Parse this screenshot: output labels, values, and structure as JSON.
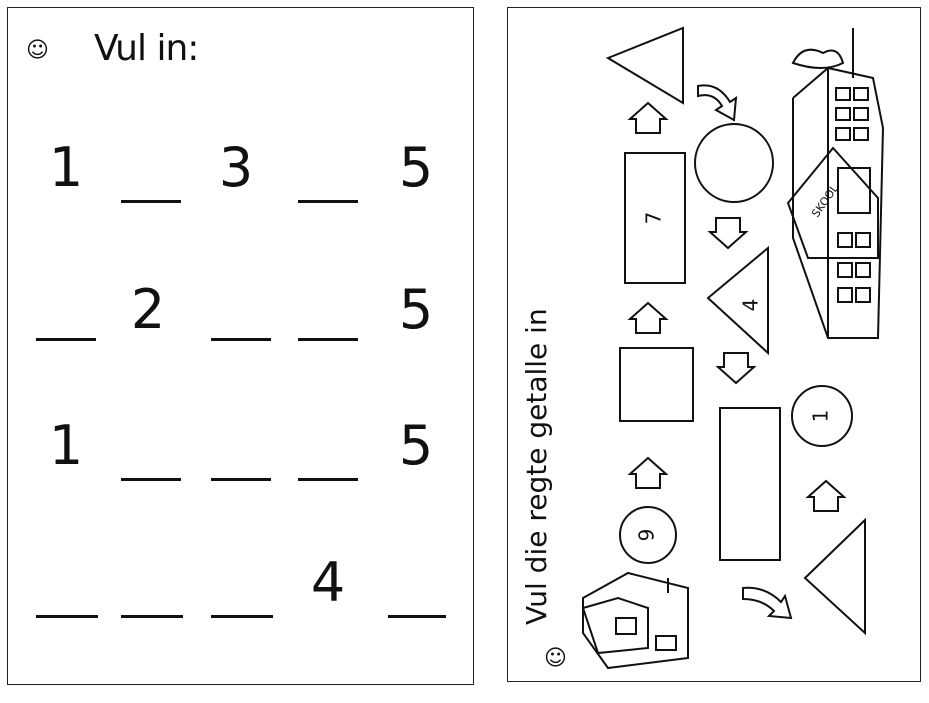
{
  "left": {
    "smiley": "☺",
    "title": "Vul in:",
    "rows": [
      [
        "1",
        "",
        "3",
        "",
        "5"
      ],
      [
        "",
        "2",
        "",
        "",
        "5"
      ],
      [
        "1",
        "",
        "",
        "",
        "5"
      ],
      [
        "",
        "",
        "",
        "4",
        ""
      ]
    ]
  },
  "right": {
    "instruction": "Vul die regte getalle in",
    "smiley": "☺",
    "school_sign": "SKOOL",
    "shapes": {
      "rect_7": "7",
      "triangle_4": "4",
      "circle_1": "1",
      "circle_9": "9"
    }
  }
}
